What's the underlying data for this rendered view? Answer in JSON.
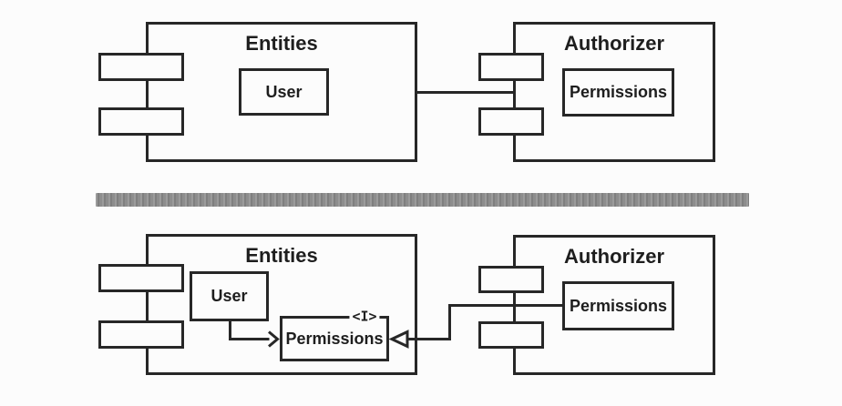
{
  "diagram": {
    "type": "uml-component-diagram",
    "colors": {
      "background": "#fcfcfc",
      "line": "#272727",
      "text": "#1e1e1e",
      "separator": "#8d8d8d",
      "box_fill": "#fcfcfc"
    },
    "top": {
      "entities": {
        "title": "Entities",
        "boxes": [
          {
            "label": "User"
          }
        ]
      },
      "authorizer": {
        "title": "Authorizer",
        "boxes": [
          {
            "label": "Permissions"
          }
        ]
      }
    },
    "bottom": {
      "entities": {
        "title": "Entities",
        "user_label": "User",
        "permissions_label": "Permissions",
        "interface_marker": "<I>"
      },
      "authorizer": {
        "title": "Authorizer",
        "permissions_label": "Permissions"
      }
    }
  }
}
